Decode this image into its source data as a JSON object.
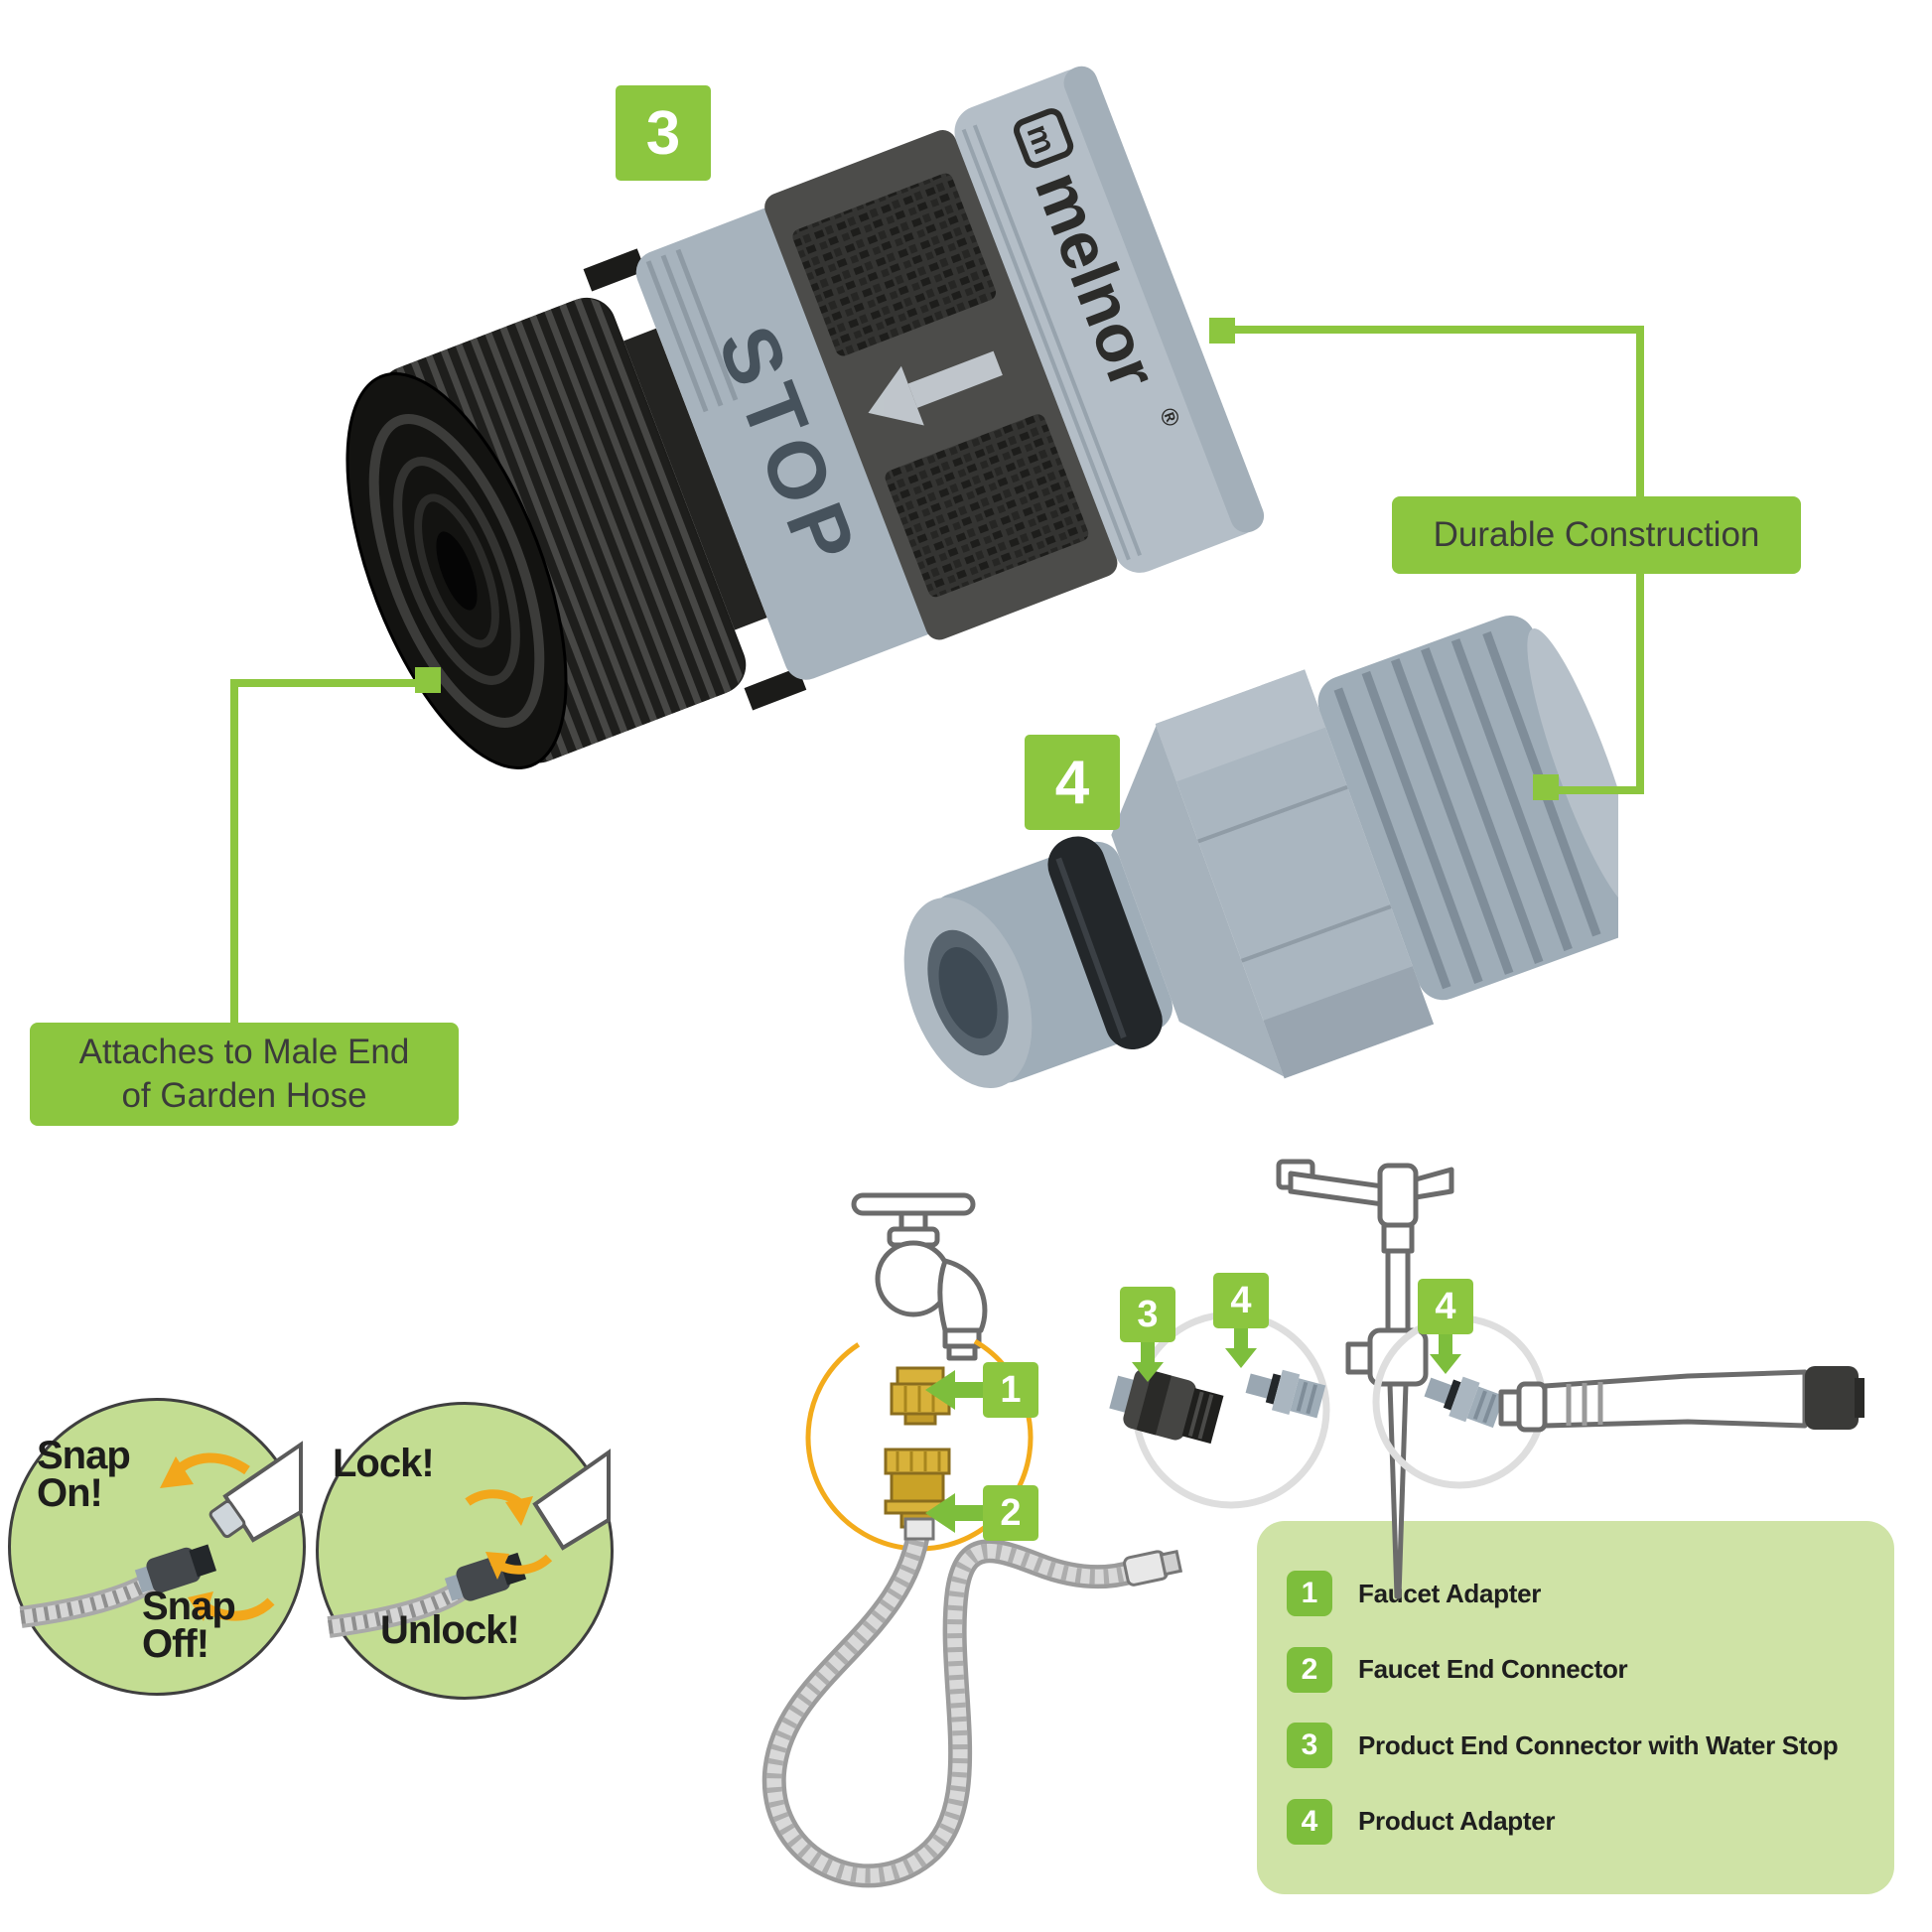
{
  "colors": {
    "accent_green": "#8CC63F",
    "legend_badge_green": "#7DBE3C",
    "legend_bg": "#CFE3A6",
    "circle_bg": "#C3DD92",
    "brass": "#D8B23A",
    "product_gray": "#A7B3BD",
    "dark_band_gray": "#4C4C4A",
    "arrow_yellow": "#F2A71B"
  },
  "product": {
    "brand": "melnor",
    "registered": "®",
    "logo_m": "m",
    "stop_label": "STOP"
  },
  "badges": {
    "product3": "3",
    "product4": "4"
  },
  "callouts": {
    "durable": "Durable Construction",
    "attach_line1": "Attaches to Male End",
    "attach_line2": "of Garden Hose"
  },
  "instructions": {
    "snap_on": "Snap On!",
    "snap_off": "Snap Off!",
    "lock": "Lock!",
    "unlock": "Unlock!"
  },
  "diagram": {
    "badge1": "1",
    "badge2": "2",
    "badge3": "3",
    "badge4": "4"
  },
  "legend": {
    "items": [
      {
        "num": "1",
        "label": "Faucet Adapter"
      },
      {
        "num": "2",
        "label": "Faucet End Connector"
      },
      {
        "num": "3",
        "label": "Product End Connector with Water Stop"
      },
      {
        "num": "4",
        "label": "Product Adapter"
      }
    ]
  }
}
